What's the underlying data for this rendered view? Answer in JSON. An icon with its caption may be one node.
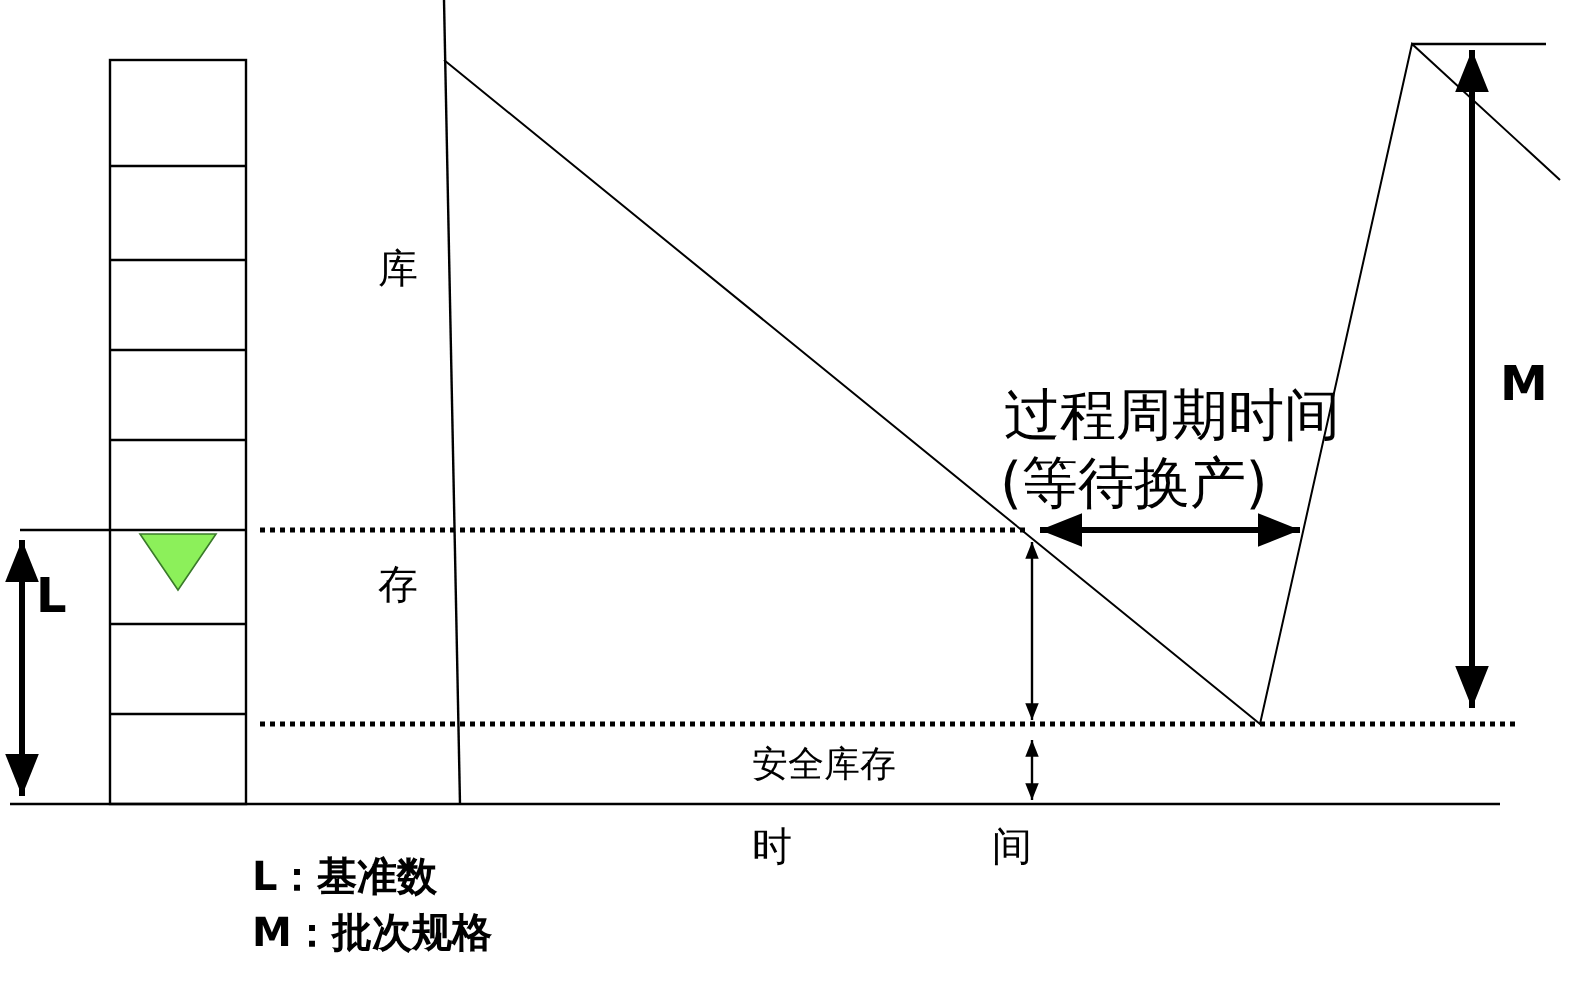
{
  "diagram": {
    "labels": [
      "库",
      "存",
      "L",
      "过程周期时间",
      "(等待换产)",
      "M",
      "安全库存",
      "时",
      "间",
      "L：基准数",
      "M：批次规格"
    ]
  }
}
